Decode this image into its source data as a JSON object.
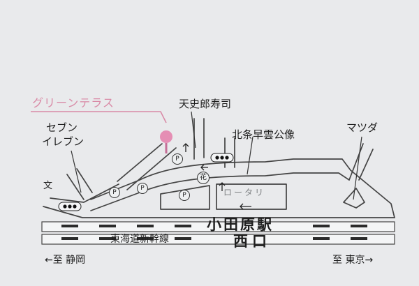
{
  "map": {
    "destination": "グリーンテラス",
    "landmarks": {
      "sushi": "天史郎寿司",
      "statue": "北条早雲公像",
      "seven_line1": "セブン",
      "seven_line2": "イレブン",
      "mazda": "マツダ",
      "rotary": "ロータリ"
    },
    "station": {
      "name": "小田原駅",
      "exit": "西口",
      "rail": "東海道新幹線"
    },
    "directions": {
      "west": "←至 静岡",
      "east": "至 東京→"
    },
    "symbols": {
      "parking": "P",
      "flower": "花",
      "school": "文"
    },
    "colors": {
      "background": "#e9eaec",
      "road": "#444444",
      "pin": "#e58eb4",
      "leader": "#d98aa6"
    },
    "icons": [
      "map-pin-icon",
      "traffic-signal-icon",
      "parking-icon",
      "flower-shop-icon",
      "school-icon",
      "arrow-icon"
    ]
  }
}
